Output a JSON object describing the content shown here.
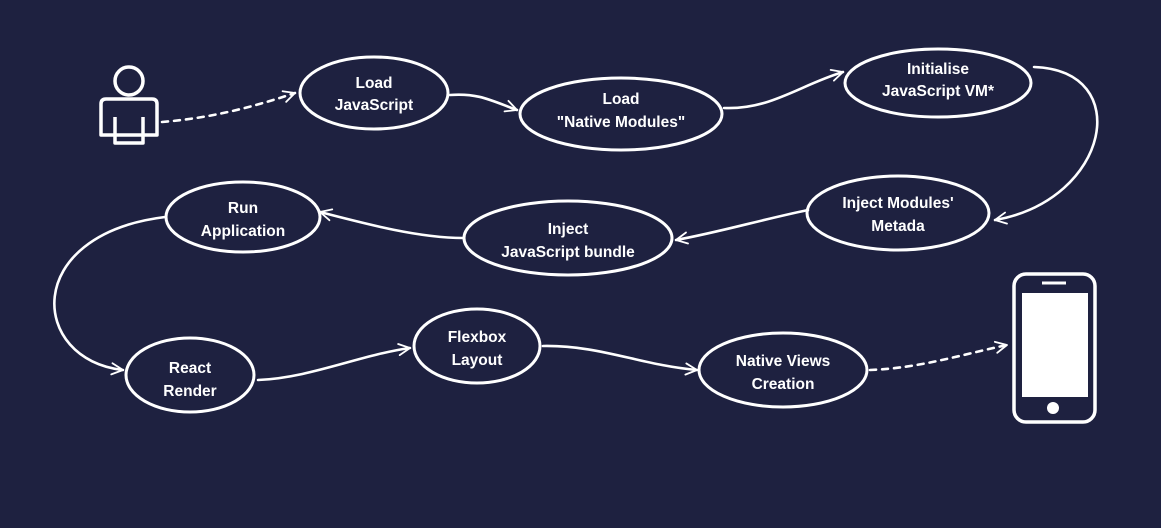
{
  "colors": {
    "background": "#1e2140",
    "stroke": "#ffffff"
  },
  "nodes": [
    {
      "id": "load-js",
      "lines": [
        "Load",
        "JavaScript"
      ]
    },
    {
      "id": "load-native",
      "lines": [
        "Load",
        "\"Native Modules\""
      ]
    },
    {
      "id": "init-vm",
      "lines": [
        "Initialise",
        "JavaScript VM*"
      ]
    },
    {
      "id": "inject-metadata",
      "lines": [
        "Inject Modules'",
        "Metada"
      ]
    },
    {
      "id": "inject-bundle",
      "lines": [
        "Inject",
        "JavaScript bundle"
      ]
    },
    {
      "id": "run-app",
      "lines": [
        "Run",
        "Application"
      ]
    },
    {
      "id": "react-render",
      "lines": [
        "React",
        "Render"
      ]
    },
    {
      "id": "flexbox-layout",
      "lines": [
        "Flexbox",
        "Layout"
      ]
    },
    {
      "id": "native-views",
      "lines": [
        "Native Views",
        "Creation"
      ]
    }
  ],
  "icons": {
    "start": "user-icon",
    "end": "smartphone-icon"
  }
}
